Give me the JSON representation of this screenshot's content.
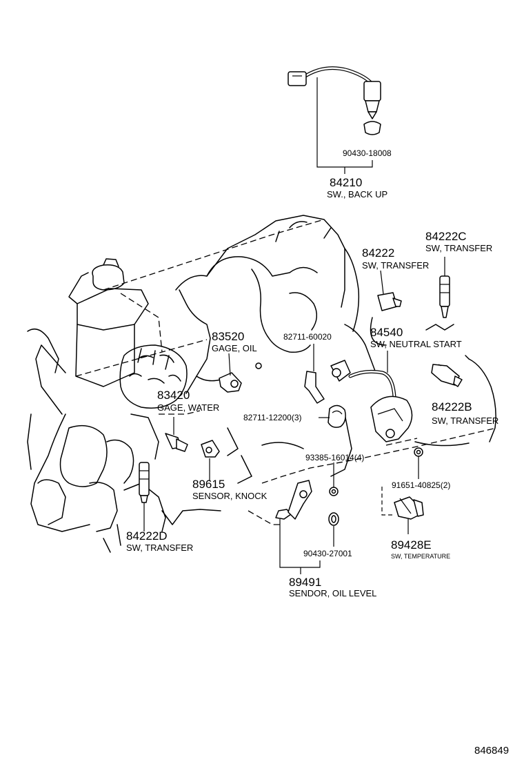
{
  "diagram": {
    "reference_number": "846849",
    "callouts": [
      {
        "id": "backup",
        "part_no": "84210",
        "name": "SW., BACK UP"
      },
      {
        "id": "transfer-c",
        "part_no": "84222C",
        "name": "SW, TRANSFER"
      },
      {
        "id": "transfer-a",
        "part_no": "84222",
        "name": "SW, TRANSFER"
      },
      {
        "id": "oil-gage",
        "part_no": "83520",
        "name": "GAGE, OIL"
      },
      {
        "id": "neutral",
        "part_no": "84540",
        "name": "SW, NEUTRAL START"
      },
      {
        "id": "water-gage",
        "part_no": "83420",
        "name": "GAGE, WATER"
      },
      {
        "id": "transfer-b",
        "part_no": "84222B",
        "name": "SW, TRANSFER"
      },
      {
        "id": "knock",
        "part_no": "89615",
        "name": "SENSOR, KNOCK"
      },
      {
        "id": "transfer-d",
        "part_no": "84222D",
        "name": "SW, TRANSFER"
      },
      {
        "id": "temperature",
        "part_no": "89428E",
        "name": "SW, TEMPERATURE"
      },
      {
        "id": "oil-level",
        "part_no": "89491",
        "name": "SENDOR, OIL LEVEL"
      }
    ],
    "fasteners": [
      {
        "id": "f1",
        "label": "90430-18008"
      },
      {
        "id": "f2",
        "label": "82711-60020"
      },
      {
        "id": "f3",
        "label": "82711-12200(3)"
      },
      {
        "id": "f4",
        "label": "93385-16014(4)"
      },
      {
        "id": "f5",
        "label": "91651-40825(2)"
      },
      {
        "id": "f6",
        "label": "90430-27001"
      }
    ]
  }
}
